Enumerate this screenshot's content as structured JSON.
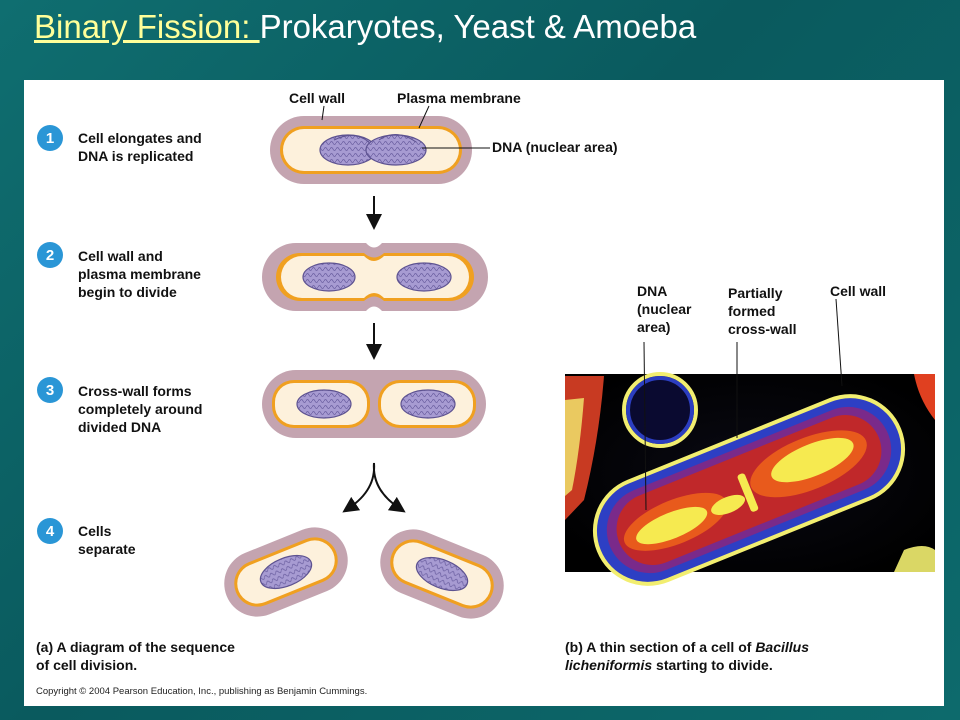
{
  "slide": {
    "title_link": "Binary Fission: ",
    "title_rest": "Prokaryotes, Yeast & Amoeba"
  },
  "figure": {
    "labels": {
      "cell_wall": "Cell wall",
      "plasma_membrane": "Plasma membrane",
      "dna_nuclear_area": "DNA (nuclear area)"
    },
    "steps": [
      {
        "number": "1",
        "lines": [
          "Cell elongates and",
          "DNA is replicated"
        ]
      },
      {
        "number": "2",
        "lines": [
          "Cell wall and",
          "plasma membrane",
          "begin to divide"
        ]
      },
      {
        "number": "3",
        "lines": [
          "Cross-wall forms",
          "completely around",
          "divided DNA"
        ]
      },
      {
        "number": "4",
        "lines": [
          "Cells",
          "separate"
        ]
      }
    ],
    "caption_a": {
      "line1": "(a) A diagram of the sequence",
      "line2": "of cell division."
    },
    "micrograph_labels": {
      "dna": [
        "DNA",
        "(nuclear",
        "area)"
      ],
      "cross_wall": [
        "Partially",
        "formed",
        "cross-wall"
      ],
      "cell_wall": "Cell wall"
    },
    "caption_b": {
      "line1_prefix": "(b) A thin section of a cell of ",
      "line1_italic": "Bacillus",
      "line2_italic": "licheniformis",
      "line2_rest": " starting to divide."
    },
    "copyright": "Copyright © 2004 Pearson Education, Inc., publishing as Benjamin Cummings."
  },
  "colors": {
    "background": "#0d6668",
    "title_link": "#ffff99",
    "cell_wall": "#c4a4b0",
    "membrane": "#f0a020",
    "cytoplasm": "#fdf1dc",
    "dna": "#9a8fc8",
    "step_circle": "#2a96d6"
  }
}
